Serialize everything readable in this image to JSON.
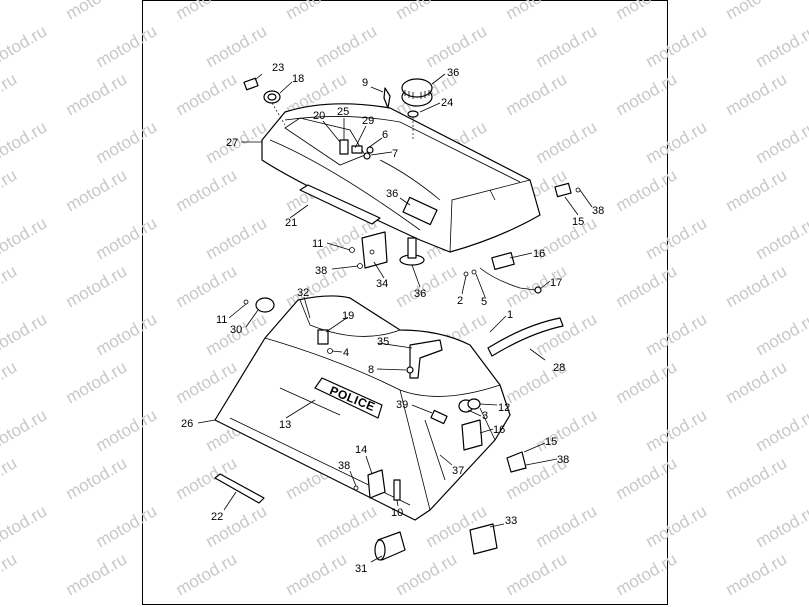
{
  "diagram": {
    "badge_text": "POLICE",
    "watermark_text": "motod.ru",
    "callouts": [
      {
        "label": "23"
      },
      {
        "label": "18"
      },
      {
        "label": "9"
      },
      {
        "label": "36"
      },
      {
        "label": "24"
      },
      {
        "label": "25"
      },
      {
        "label": "20"
      },
      {
        "label": "29"
      },
      {
        "label": "6"
      },
      {
        "label": "27"
      },
      {
        "label": "7"
      },
      {
        "label": "36"
      },
      {
        "label": "21"
      },
      {
        "label": "15"
      },
      {
        "label": "38"
      },
      {
        "label": "11"
      },
      {
        "label": "38"
      },
      {
        "label": "34"
      },
      {
        "label": "36"
      },
      {
        "label": "16"
      },
      {
        "label": "17"
      },
      {
        "label": "2"
      },
      {
        "label": "5"
      },
      {
        "label": "32"
      },
      {
        "label": "11"
      },
      {
        "label": "30"
      },
      {
        "label": "19"
      },
      {
        "label": "1"
      },
      {
        "label": "4"
      },
      {
        "label": "35"
      },
      {
        "label": "28"
      },
      {
        "label": "8"
      },
      {
        "label": "39"
      },
      {
        "label": "12"
      },
      {
        "label": "3"
      },
      {
        "label": "26"
      },
      {
        "label": "13"
      },
      {
        "label": "16"
      },
      {
        "label": "15"
      },
      {
        "label": "14"
      },
      {
        "label": "38"
      },
      {
        "label": "38"
      },
      {
        "label": "37"
      },
      {
        "label": "22"
      },
      {
        "label": "10"
      },
      {
        "label": "33"
      },
      {
        "label": "31"
      }
    ]
  }
}
